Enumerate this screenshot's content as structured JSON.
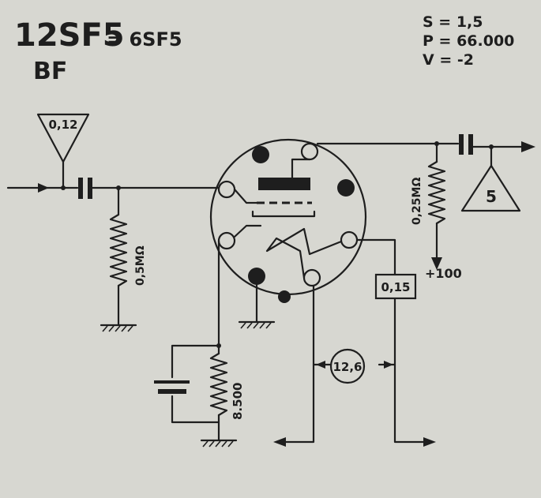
{
  "title": {
    "main": "12SF5",
    "equiv": "= 6SF5",
    "sub": "BF"
  },
  "params": {
    "s": "S = 1,5",
    "p": "P = 66.000",
    "v": "V = -2"
  },
  "labels": {
    "input_triangle": "0,12",
    "output_triangle": "5",
    "grid_resistor": "0,5MΩ",
    "plate_resistor": "0,25MΩ",
    "cathode_resistor": "8.500",
    "supply": "+100",
    "heater_current": "0,15",
    "heater_voltage": "12,6"
  },
  "colors": {
    "ink": "#1e1e1e",
    "paper": "#d7d7d1"
  }
}
